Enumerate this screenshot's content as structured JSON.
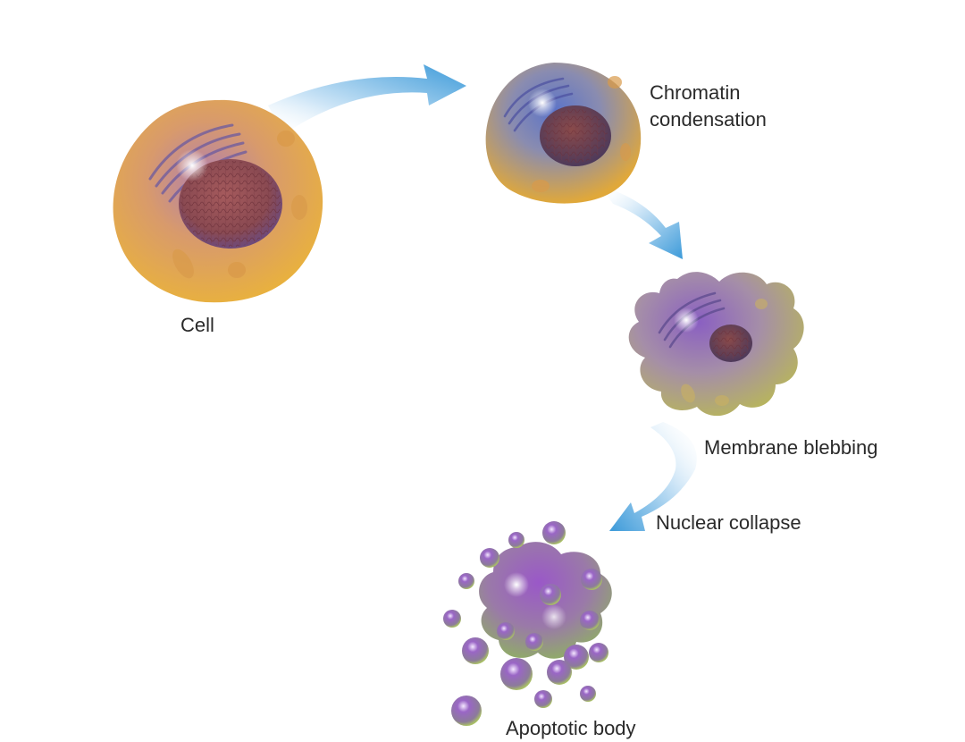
{
  "diagram": {
    "stages": [
      {
        "id": "cell",
        "lines": [
          "Cell"
        ]
      },
      {
        "id": "chromatin",
        "lines": [
          "Chromatin",
          "condensation"
        ]
      },
      {
        "id": "blebbing",
        "lines": [
          "Membrane blebbing"
        ]
      },
      {
        "id": "collapse",
        "lines": [
          "Nuclear collapse"
        ]
      },
      {
        "id": "apoptotic",
        "lines": [
          "Apoptotic body"
        ]
      }
    ]
  },
  "colors": {
    "arrow": "#4aa3df",
    "arrow_fade": "#e6f2fb",
    "cytoplasm_orange": "#e6a53c",
    "cytoplasm_purple": "#8a6bb8",
    "cytoplasm_olive": "#b9b45e",
    "nucleus": "#8e4a4e",
    "organelle": "#6b5aa0",
    "label_text": "#2a2a2a"
  }
}
